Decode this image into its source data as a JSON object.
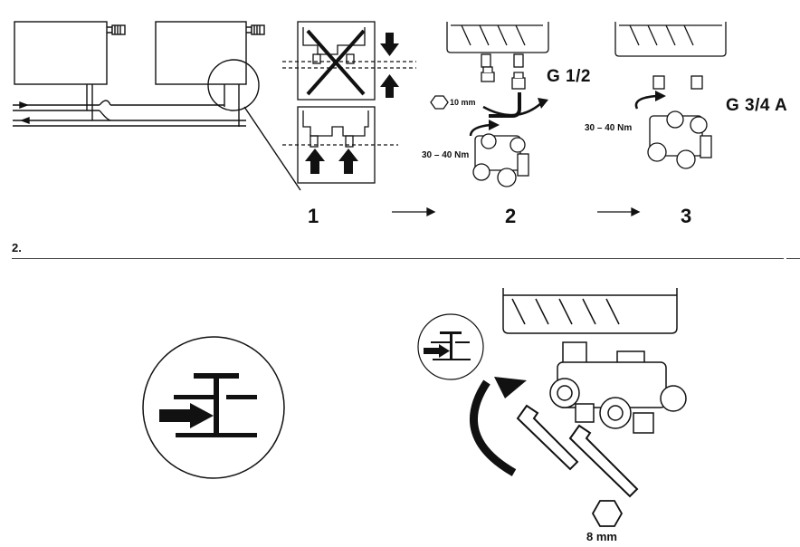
{
  "steps": {
    "step1": "1",
    "step2": "2",
    "step3": "3"
  },
  "step2": {
    "hex_size": "10 mm",
    "torque": "30 – 40 Nm",
    "thread": "G 1/2"
  },
  "step3": {
    "torque": "30 – 40 Nm",
    "thread": "G 3/4 A"
  },
  "section": {
    "label": "2."
  },
  "section2": {
    "hex_size": "8 mm"
  },
  "icons": [
    "radiator-icon",
    "thermostat-valve-icon",
    "crossed-out-icon",
    "arrow-down-icon",
    "arrow-up-icon",
    "valve-block-icon",
    "allen-key-icon",
    "rotate-arrow-icon",
    "hexagon-icon",
    "flow-direction-icon"
  ],
  "colors": {
    "ink": "#111111",
    "paper": "#ffffff"
  }
}
